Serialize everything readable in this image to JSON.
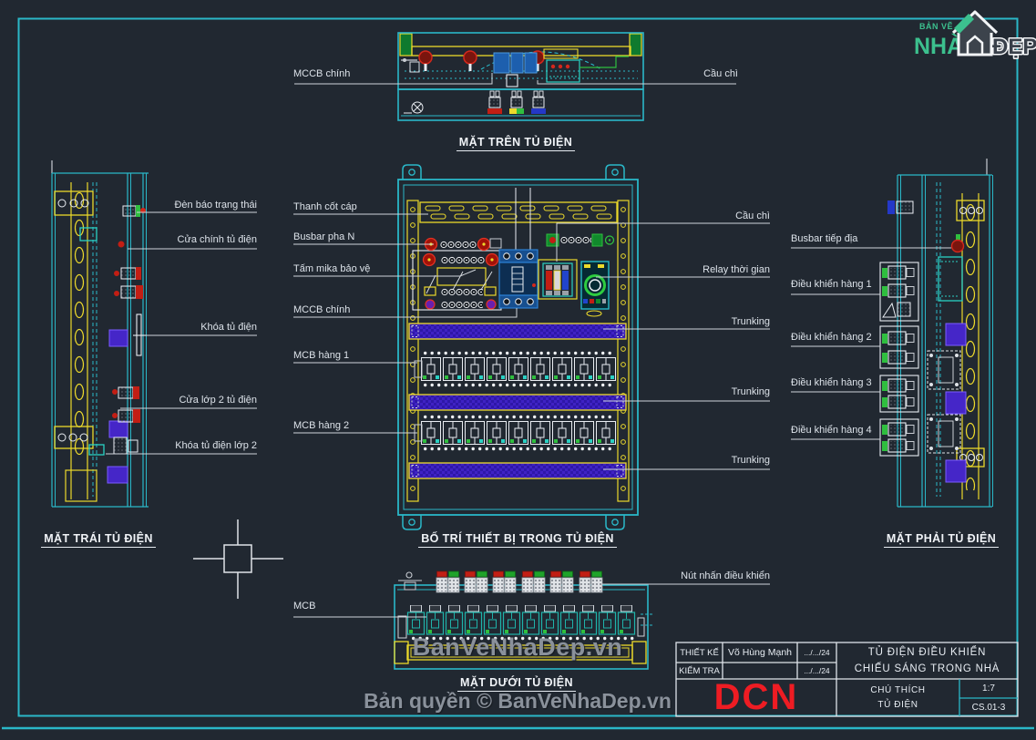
{
  "sheet": {
    "watermark_center": "BanVeNhaDep.vn",
    "copyright": "Bản quyền © BanVeNhaDep.vn"
  },
  "logo": {
    "top": "BẢN VẼ",
    "name": "NHÀ",
    "suffix": "ĐẸP"
  },
  "views": {
    "top": {
      "title": "MẶT TRÊN TỦ ĐIỆN",
      "label_mccb": "MCCB chính",
      "label_fuse": "Cầu chì"
    },
    "left": {
      "title": "MẶT TRÁI TỦ ĐIỆN",
      "labels": [
        "Đèn báo trạng thái",
        "Cửa chính tủ điện",
        "Khóa tủ điện",
        "Cửa lớp 2 tủ điện",
        "Khóa tủ điện lớp 2"
      ]
    },
    "center": {
      "title": "BỐ TRÍ THIẾT BỊ TRONG TỦ ĐIỆN",
      "labels_left": [
        "Thanh cốt cáp",
        "Busbar pha N",
        "Tấm mika bảo vệ",
        "MCCB chính",
        "MCB hàng 1",
        "MCB hàng 2"
      ],
      "labels_right": [
        "Cầu chì",
        "Relay thời gian",
        "Trunking",
        "Trunking",
        "Trunking"
      ]
    },
    "right": {
      "title": "MẶT PHẢI TỦ ĐIỆN",
      "labels": [
        "Busbar tiếp địa",
        "Điều khiển hàng 1",
        "Điều khiển hàng 2",
        "Điều khiển hàng 3",
        "Điều khiển hàng 4"
      ]
    },
    "bottom": {
      "title": "MẶT DƯỚI TỦ ĐIỆN",
      "label_mcb": "MCB",
      "label_btn": "Nút nhấn điều khiển"
    }
  },
  "title_block": {
    "design_label": "THIẾT KẾ",
    "designer": "Võ Hùng Mạnh",
    "design_date": ".../.../24",
    "check_label": "KIỂM TRA",
    "check_date": ".../.../24",
    "project_line1": "TỦ ĐIỆN ĐIỀU KHIỂN",
    "project_line2": "CHIẾU SÁNG TRONG NHÀ",
    "company": "DCN",
    "note_line1": "CHÚ THÍCH",
    "note_line2": "TỦ ĐIỆN",
    "scale": "1:7",
    "sheet_no": "CS.01-3"
  },
  "colors": {
    "accent_cyan": "#2ab7c8",
    "cad_yellow": "#ecd92b",
    "alert_red": "#d4281c",
    "logo_green": "#3cc08e",
    "brand_red": "#ef1d22",
    "trunking_purple": "#4b2bd4"
  }
}
